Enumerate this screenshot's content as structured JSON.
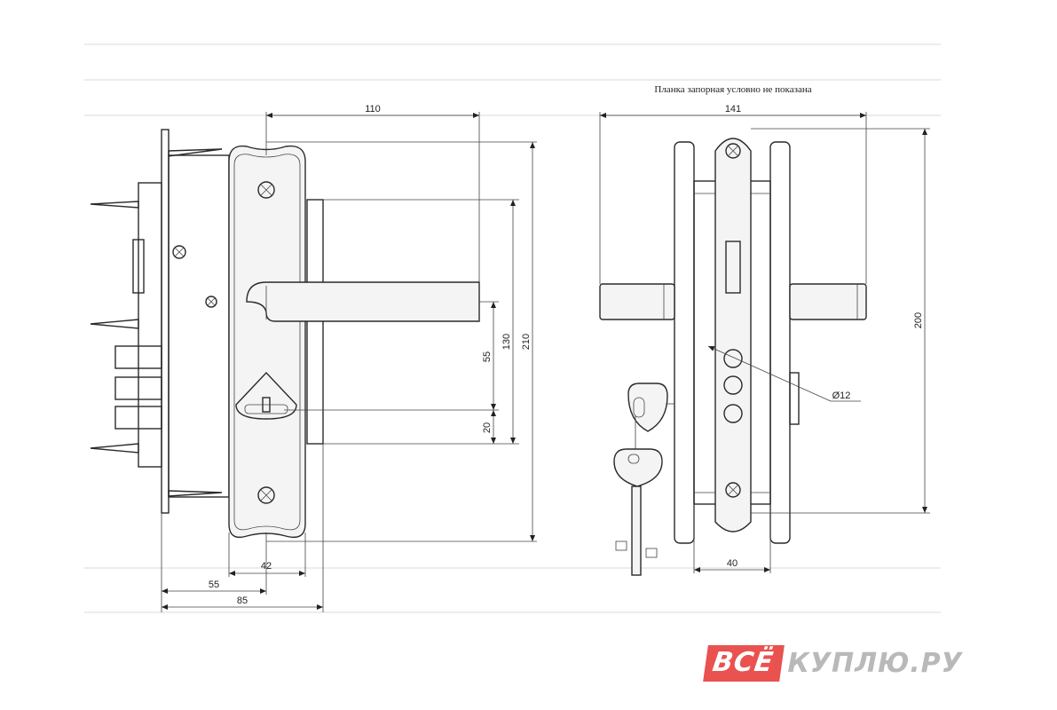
{
  "note": "Планка запорная условно не показана",
  "dimensions": {
    "front_width": "110",
    "side_width": "141",
    "height_200": "200",
    "height_210": "210",
    "height_130": "130",
    "height_55": "55",
    "height_20": "20",
    "plate_width_42": "42",
    "backset_55": "55",
    "case_width_85": "85",
    "plate_thickness_40": "40",
    "diameter": "Ø12"
  },
  "logo": {
    "part1": "ВСЁ",
    "part2": "КУПЛЮ.РУ"
  },
  "colors": {
    "logo_red": "#e9524f",
    "logo_gray": "#b9b9b9",
    "line": "#2a2a2a"
  }
}
